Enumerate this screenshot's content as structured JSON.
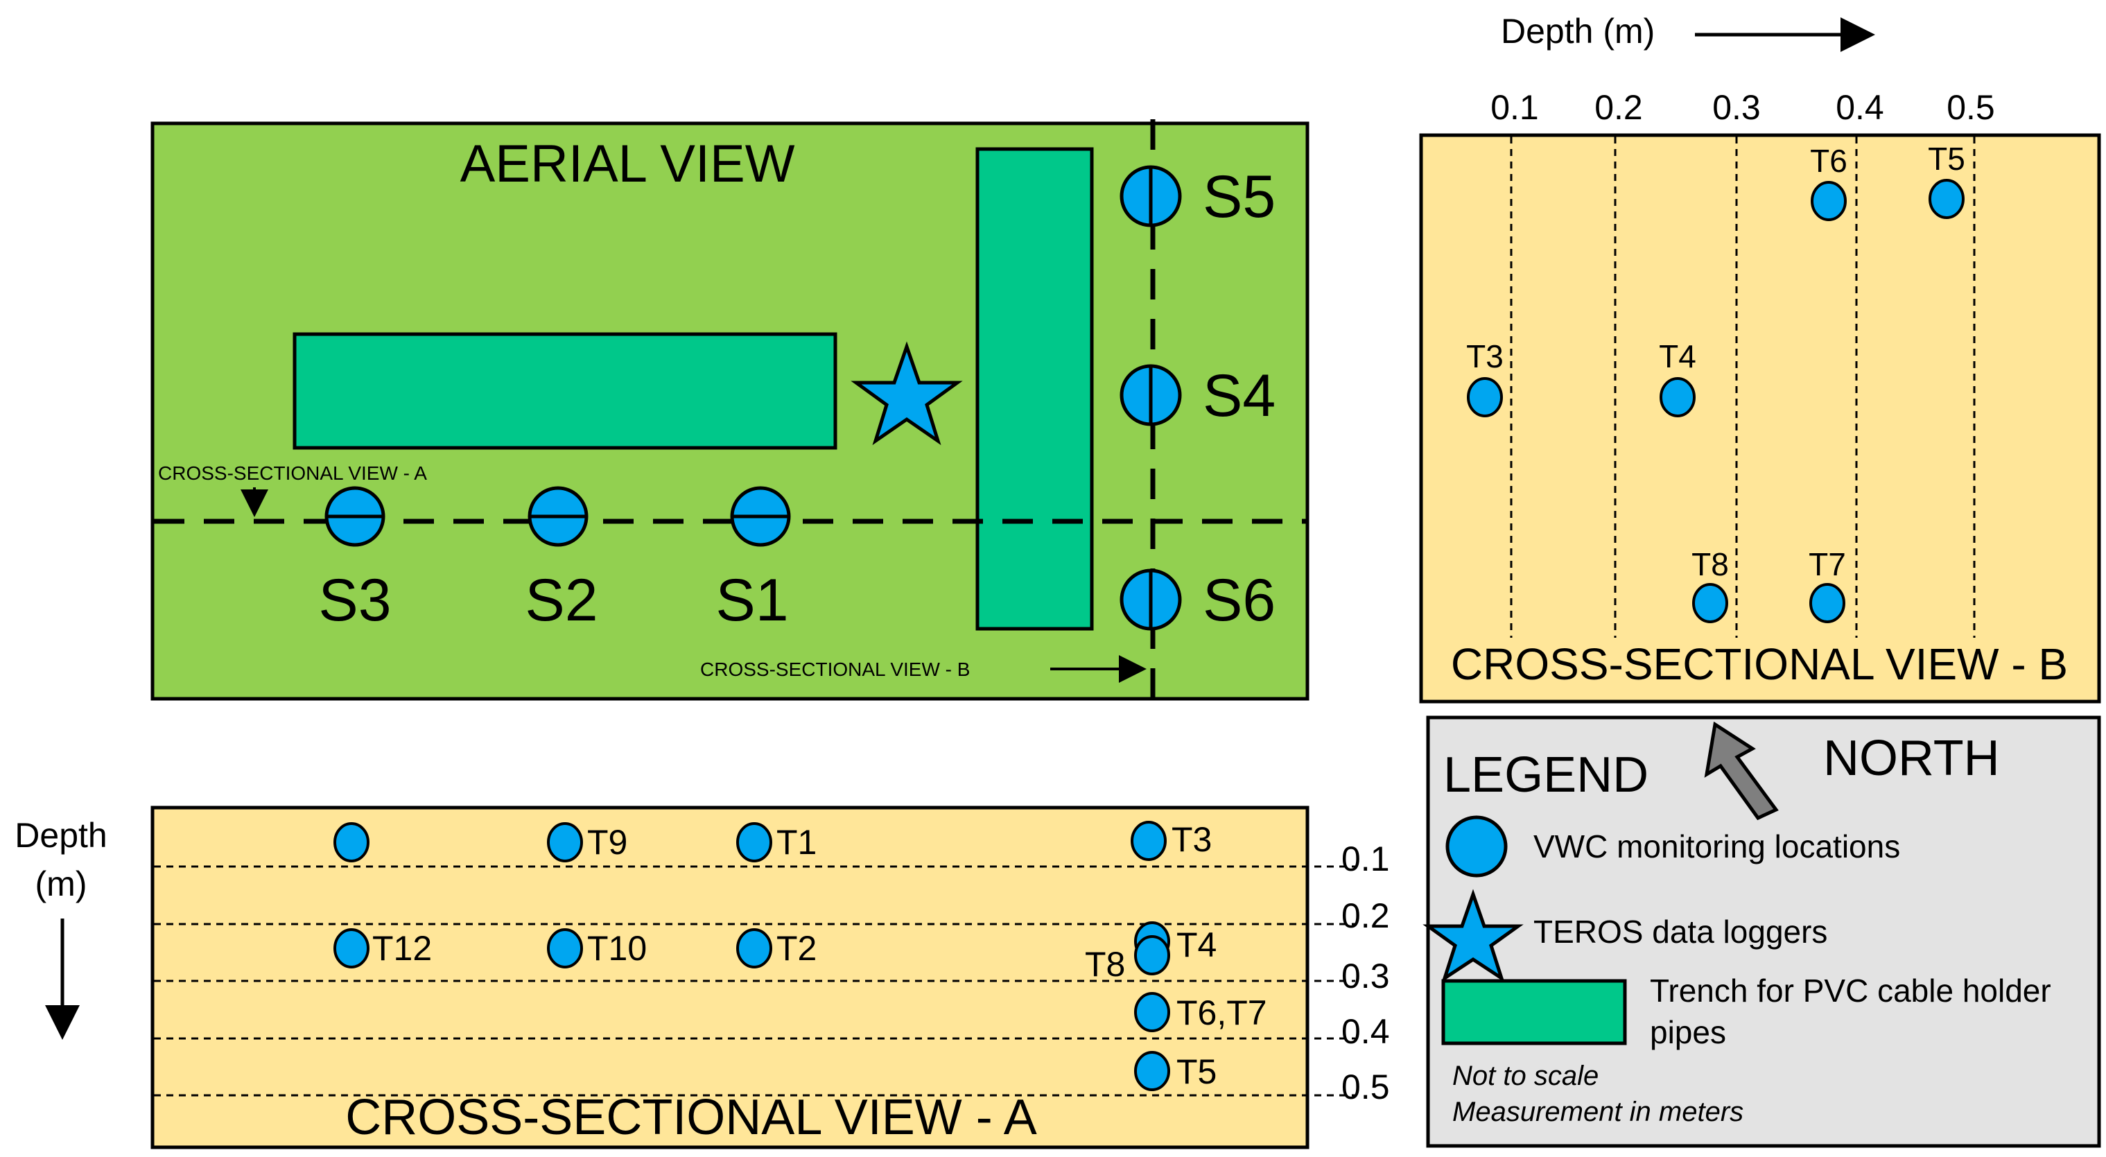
{
  "colors": {
    "grass": "#92d050",
    "soil": "#ffe699",
    "trench": "#00c88a",
    "sensor": "#00a6f0",
    "legend_bg": "#e3e3e3",
    "north_arrow": "#7f7f7f",
    "outline": "#000000"
  },
  "aerial": {
    "title": "AERIAL VIEW",
    "section_a_label": "CROSS-SECTIONAL VIEW - A",
    "section_b_label": "CROSS-SECTIONAL VIEW - B",
    "stations": [
      {
        "id": "s3",
        "label": "S3"
      },
      {
        "id": "s2",
        "label": "S2"
      },
      {
        "id": "s1",
        "label": "S1"
      },
      {
        "id": "s5",
        "label": "S5"
      },
      {
        "id": "s4",
        "label": "S4"
      },
      {
        "id": "s6",
        "label": "S6"
      }
    ]
  },
  "section_a": {
    "title": "CROSS-SECTIONAL VIEW - A",
    "depth_label_line1": "Depth",
    "depth_label_line2": "(m)",
    "depth_ticks": [
      "0.1",
      "0.2",
      "0.3",
      "0.4",
      "0.5"
    ],
    "sensors": [
      {
        "label": "",
        "station": "S3",
        "depth_m": 0.05
      },
      {
        "label": "T9",
        "station": "S2",
        "depth_m": 0.05
      },
      {
        "label": "T1",
        "station": "S1",
        "depth_m": 0.05
      },
      {
        "label": "T3",
        "station": "S4-S6 line",
        "depth_m": 0.05
      },
      {
        "label": "T12",
        "station": "S3",
        "depth_m": 0.24
      },
      {
        "label": "T10",
        "station": "S2",
        "depth_m": 0.24
      },
      {
        "label": "T2",
        "station": "S1",
        "depth_m": 0.24
      },
      {
        "label": "T4",
        "station": "S4-S6 line",
        "depth_m": 0.23
      },
      {
        "label": "T8",
        "station": "S4-S6 line",
        "depth_m": 0.26
      },
      {
        "label": "T6,T7",
        "station": "S4-S6 line",
        "depth_m": 0.35
      },
      {
        "label": "T5",
        "station": "S4-S6 line",
        "depth_m": 0.46
      }
    ]
  },
  "section_b": {
    "title": "CROSS-SECTIONAL VIEW - B",
    "depth_label": "Depth (m)",
    "depth_ticks": [
      "0.1",
      "0.2",
      "0.3",
      "0.4",
      "0.5"
    ],
    "sensors": [
      {
        "label": "T6",
        "station": "S5",
        "depth_m": 0.38
      },
      {
        "label": "T5",
        "station": "S5",
        "depth_m": 0.48
      },
      {
        "label": "T3",
        "station": "S4",
        "depth_m": 0.08
      },
      {
        "label": "T4",
        "station": "S4",
        "depth_m": 0.24
      },
      {
        "label": "T8",
        "station": "S6",
        "depth_m": 0.27
      },
      {
        "label": "T7",
        "station": "S6",
        "depth_m": 0.37
      }
    ]
  },
  "legend": {
    "title": "LEGEND",
    "north_label": "NORTH",
    "items": [
      {
        "icon": "circle-icon",
        "label": "VWC monitoring locations"
      },
      {
        "icon": "star-icon",
        "label": "TEROS data loggers"
      },
      {
        "icon": "rectangle-icon",
        "label_line1": "Trench for PVC cable holder",
        "label_line2": "pipes"
      }
    ],
    "note_line1": "Not to scale",
    "note_line2": "Measurement in meters"
  }
}
